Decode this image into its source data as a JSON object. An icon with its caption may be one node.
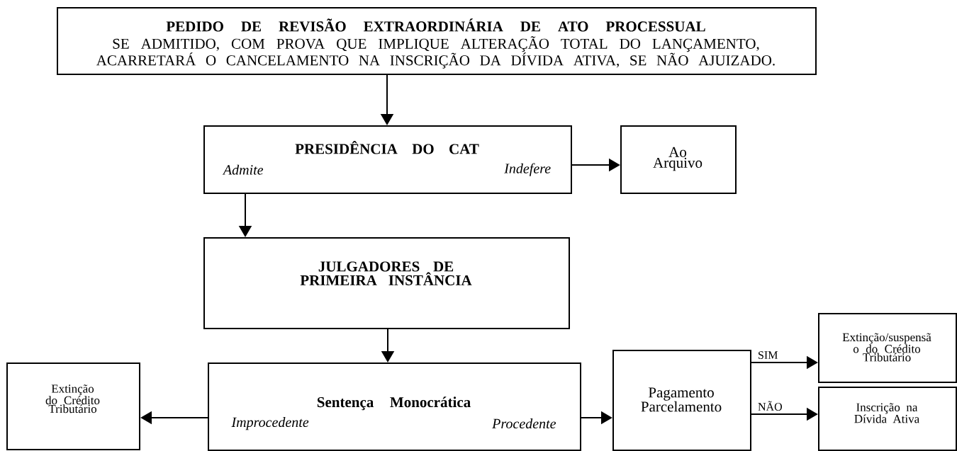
{
  "diagram": {
    "nodes": [
      {
        "text": [
          "PEDIDO DE REVISÃO EXTRAORDINÁRIA DE ATO PROCESSUAL",
          "SE ADMITIDO, COM PROVA QUE IMPLIQUE ALTERAÇÃO TOTAL DO LANÇAMENTO, ACARRETARÁ O CANCELAMENTO NA INSCRIÇÃO DA DÍVIDA ATIVA, SE NÃO AJUIZADO."
        ]
      },
      {
        "text": [
          "PRESIDÊNCIA DO CAT",
          "Admite",
          "Indefere"
        ]
      },
      {
        "text": [
          "Ao Arquivo"
        ]
      },
      {
        "text": [
          "JULGADORES DE PRIMEIRA INSTÂNCIA"
        ]
      },
      {
        "text": [
          "Sentença Monocrática",
          "Improcedente",
          "Procedente"
        ]
      },
      {
        "text": [
          "Extinção do Crédito Tributário"
        ]
      },
      {
        "text": [
          "Pagamento Parcelamento"
        ]
      },
      {
        "text": [
          "Extinção/suspensã o do Crédito Tributário"
        ]
      },
      {
        "text": [
          "Inscrição na Dívida Ativa"
        ]
      }
    ],
    "edges": [
      {
        "from": 0,
        "to": 1,
        "arrow": "to"
      },
      {
        "from": 1,
        "to": 2,
        "arrow": "to"
      },
      {
        "from": 1,
        "to": 3,
        "arrow": "to"
      },
      {
        "from": 3,
        "to": 4,
        "arrow": "to"
      },
      {
        "from": 4,
        "to": 5,
        "arrow": "to"
      },
      {
        "from": 4,
        "to": 6,
        "arrow": "to"
      },
      {
        "from": 6,
        "to": 7,
        "arrow": "to",
        "label": "SIM"
      },
      {
        "from": 6,
        "to": 8,
        "arrow": "to",
        "label": "NÃO"
      }
    ]
  }
}
